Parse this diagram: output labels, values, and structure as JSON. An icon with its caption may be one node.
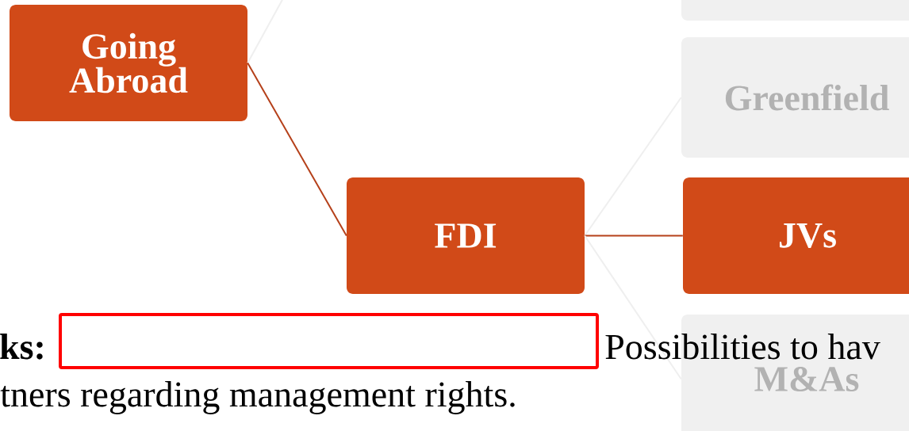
{
  "diagram": {
    "nodes": [
      {
        "text": [
          "Going Abroad"
        ]
      },
      {
        "text": [
          "FDI"
        ]
      },
      {
        "text": [],
        "shape": "box"
      },
      {
        "text": [
          "Greenfield"
        ]
      },
      {
        "text": [
          "JVs"
        ]
      },
      {
        "text": [
          "M&As"
        ]
      }
    ],
    "edges": [
      {
        "from": 0,
        "to": null,
        "arrow": "none",
        "color": "#efefef"
      },
      {
        "from": 0,
        "to": 1,
        "arrow": "none",
        "color": "#b5401a"
      },
      {
        "from": 1,
        "to": 3,
        "arrow": "none",
        "color": "#efefef"
      },
      {
        "from": 1,
        "to": 4,
        "arrow": "none",
        "color": "#b5401a"
      },
      {
        "from": 1,
        "to": 5,
        "arrow": "none",
        "color": "#efefef"
      }
    ],
    "labels": [
      "ks:",
      "Possibilities to hav",
      "tners regarding management rights."
    ]
  }
}
